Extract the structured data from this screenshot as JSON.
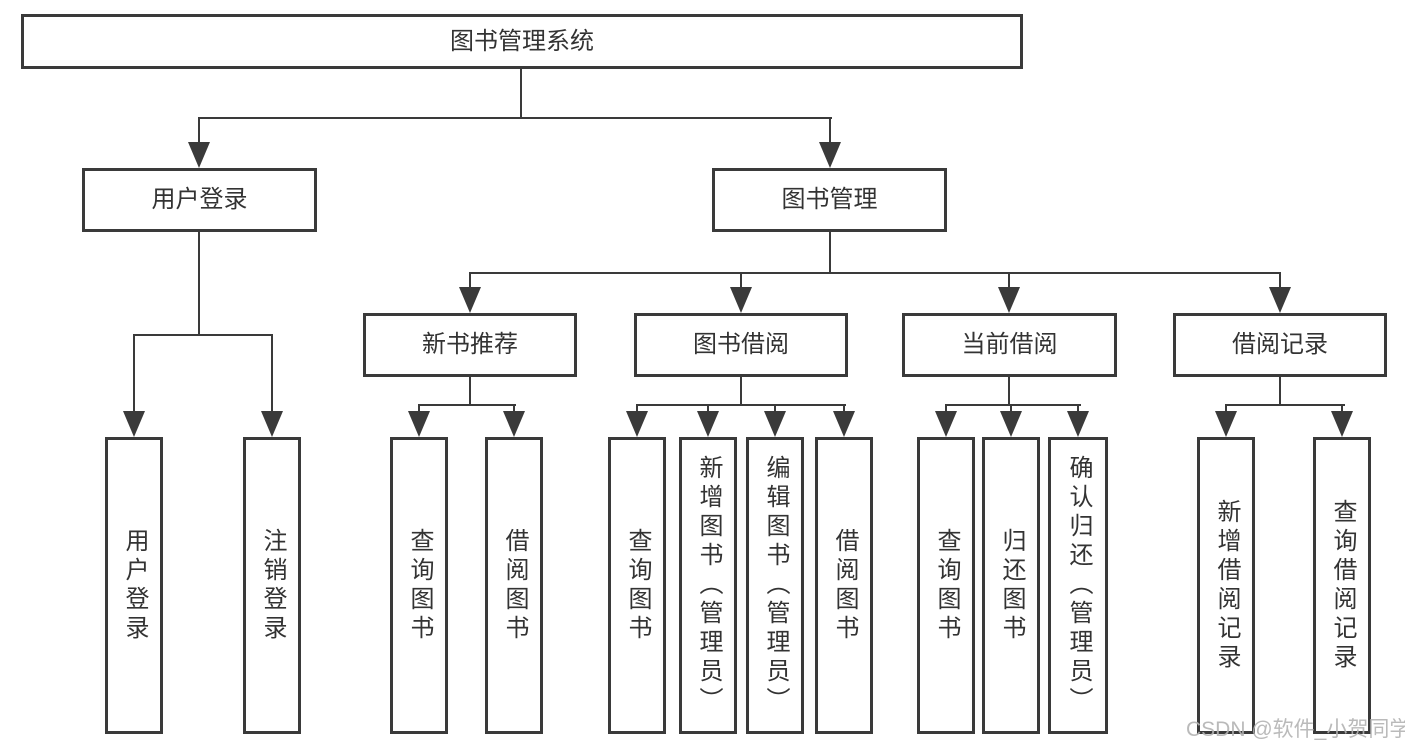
{
  "diagram": {
    "type": "hierarchy-diagram",
    "title": "图书管理系统",
    "watermark": "CSDN @软件_小贺同学",
    "colors": {
      "line": "#3a3a3a",
      "border": "#3a3a3a",
      "text": "#333333",
      "watermark": "#b3b3b3",
      "background": "#ffffff"
    },
    "tree": {
      "label": "图书管理系统",
      "children": [
        {
          "label": "用户登录",
          "children": [
            {
              "label": "用户登录"
            },
            {
              "label": "注销登录"
            }
          ]
        },
        {
          "label": "图书管理",
          "children": [
            {
              "label": "新书推荐",
              "children": [
                {
                  "label": "查询图书"
                },
                {
                  "label": "借阅图书"
                }
              ]
            },
            {
              "label": "图书借阅",
              "children": [
                {
                  "label": "查询图书"
                },
                {
                  "label": "新增图书（管理员）"
                },
                {
                  "label": "编辑图书（管理员）"
                },
                {
                  "label": "借阅图书"
                }
              ]
            },
            {
              "label": "当前借阅",
              "children": [
                {
                  "label": "查询图书"
                },
                {
                  "label": "归还图书"
                },
                {
                  "label": "确认归还（管理员）"
                }
              ]
            },
            {
              "label": "借阅记录",
              "children": [
                {
                  "label": "新增借阅记录"
                },
                {
                  "label": "查询借阅记录"
                }
              ]
            }
          ]
        }
      ]
    }
  }
}
